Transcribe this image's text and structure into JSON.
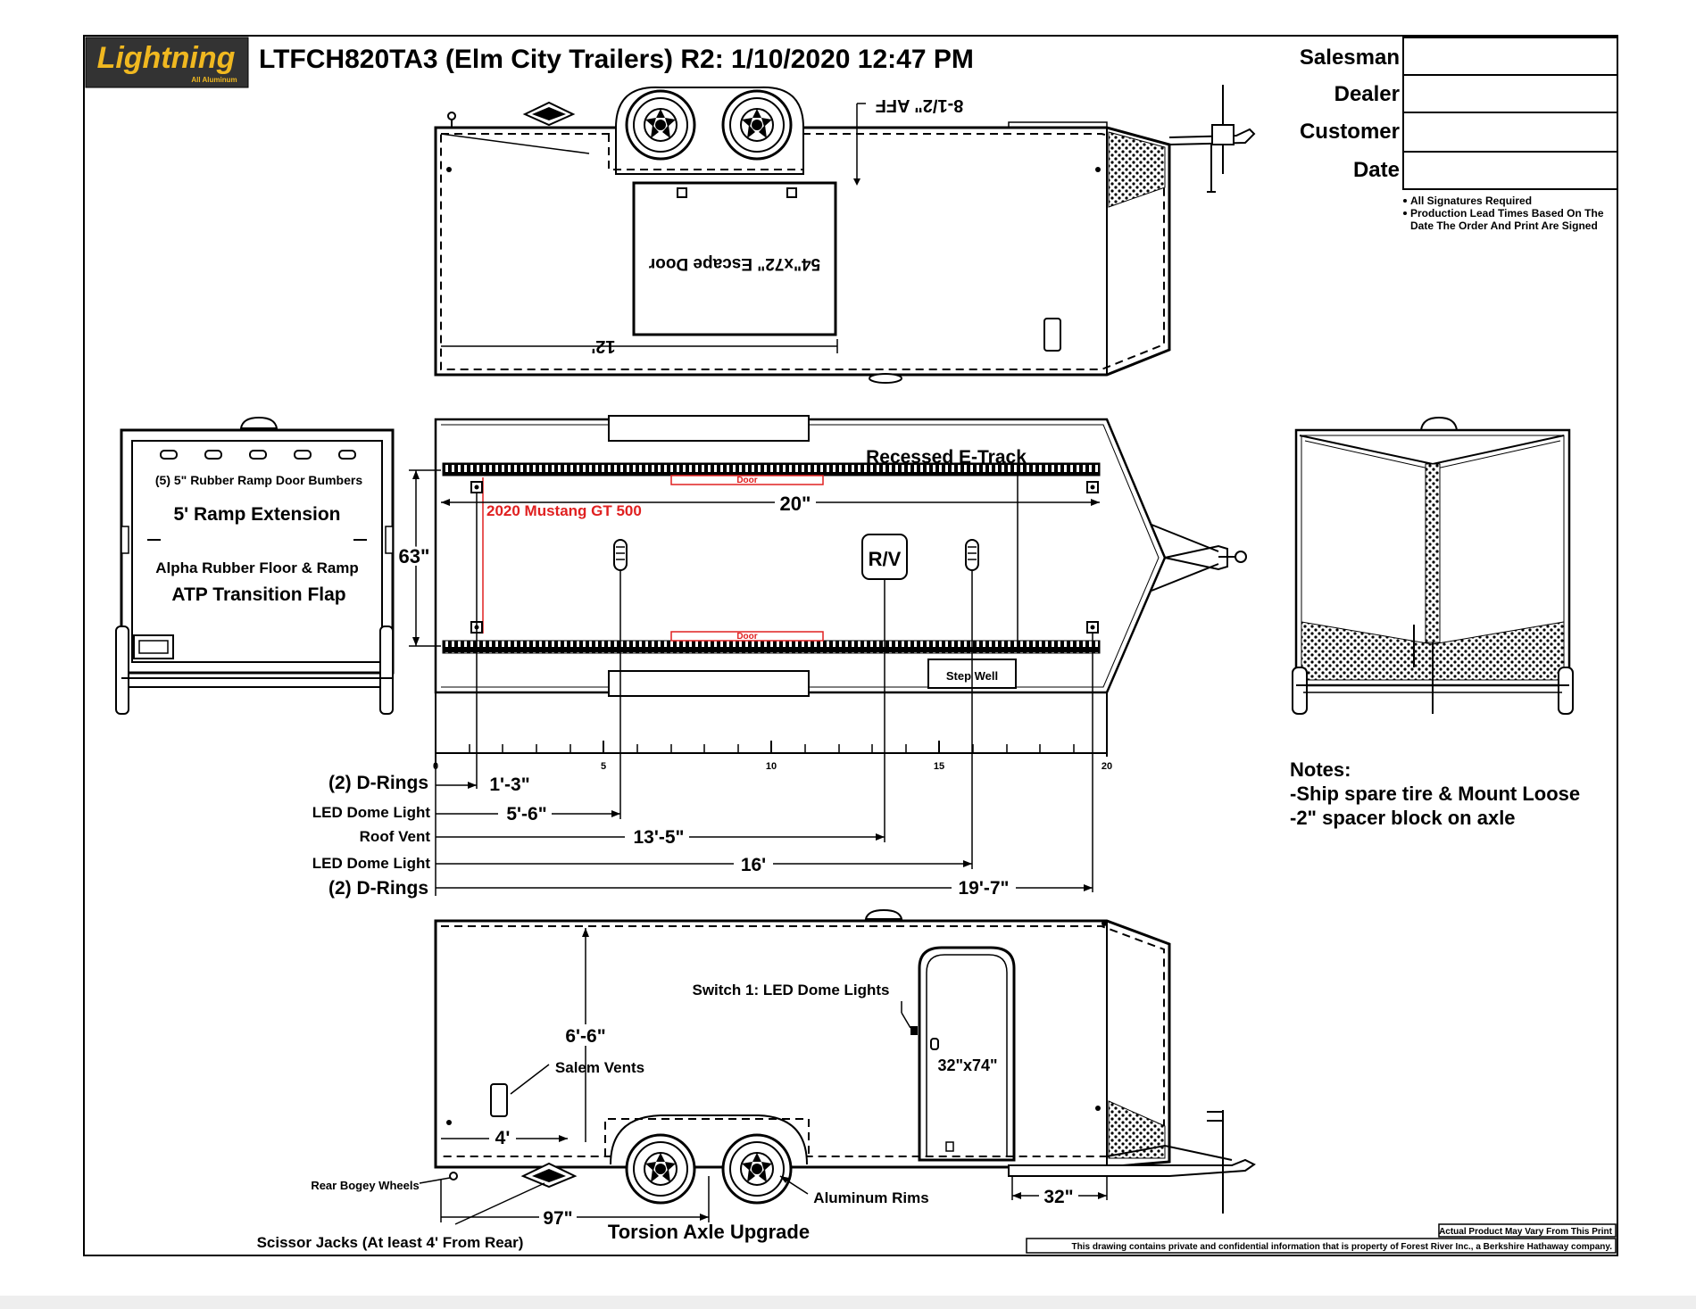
{
  "header": {
    "logo_text": "Lightning",
    "logo_sub": "All Aluminum",
    "title": "LTFCH820TA3 (Elm City Trailers) R2: 1/10/2020 12:47 PM",
    "logo_color": "#f0b820",
    "logo_bg": "#333333"
  },
  "signature_block": {
    "fields": [
      "Salesman",
      "Dealer",
      "Customer",
      "Date"
    ],
    "bullets": [
      "All Signatures Required",
      "Production Lead Times Based On The",
      "Date The Order And Print Are Signed"
    ]
  },
  "top_view": {
    "aff_label": "8-1/2\" AFF",
    "door_label": "54\"x72\" Escape Door",
    "dim_label": "12'"
  },
  "rear_view": {
    "bumpers": "(5) 5\" Rubber Ramp Door Bumbers",
    "ramp": "5' Ramp Extension",
    "floor": "Alpha Rubber Floor & Ramp",
    "flap": "ATP Transition Flap"
  },
  "floor_plan": {
    "etrack": "Recessed E-Track",
    "door_label": "Door",
    "length": "20\"",
    "width": "63\"",
    "vehicle": "2020 Mustang GT 500",
    "vent": "R/V",
    "step_well": "Step Well",
    "ruler_labels": [
      "0",
      "5",
      "10",
      "15",
      "20"
    ],
    "accent_color": "#e02020"
  },
  "dimensions": [
    {
      "label": "(2) D-Rings",
      "value": "1'-3\""
    },
    {
      "label": "LED Dome Light",
      "value": "5'-6\""
    },
    {
      "label": "Roof Vent",
      "value": "13'-5\""
    },
    {
      "label": "LED Dome Light",
      "value": "16'"
    },
    {
      "label": "(2) D-Rings",
      "value": "19'-7\""
    }
  ],
  "notes": {
    "title": "Notes:",
    "lines": [
      "-Ship spare tire & Mount Loose",
      "-2\" spacer block on axle"
    ]
  },
  "side_view": {
    "switch": "Switch 1: LED Dome Lights",
    "door": "32\"x74\"",
    "height": "6'-6\"",
    "vents": "Salem Vents",
    "four_ft": "4'",
    "bogey": "Rear Bogey Wheels",
    "rims": "Aluminum Rims",
    "ninety_seven": "97\"",
    "thirty_two": "32\"",
    "axle": "Torsion Axle Upgrade",
    "jacks": "Scissor Jacks (At least 4' From Rear)"
  },
  "footer": {
    "disclaimer": "Actual Product May Vary From This Print",
    "confidential": "This drawing contains private and confidential information that is property of Forest River Inc., a Berkshire Hathaway company."
  }
}
